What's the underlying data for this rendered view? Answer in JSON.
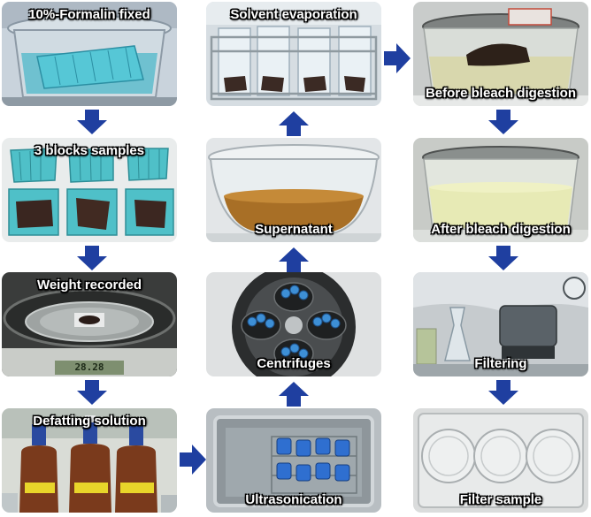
{
  "panels": {
    "formalin": "10%-Formalin fixed",
    "blocks": "3 blocks samples",
    "weight": "Weight recorded",
    "weight_readout": "28.28",
    "defatting": "Defatting solution",
    "solvent": "Solvent evaporation",
    "supernatant": "Supernatant",
    "centrifuges": "Centrifuges",
    "ultrasonication": "Ultrasonication",
    "before_bleach": "Before bleach digestion",
    "after_bleach": "After bleach digestion",
    "filtering": "Filtering",
    "filter_sample": "Filter sample"
  },
  "colors": {
    "arrow": "#1f3fa0"
  }
}
